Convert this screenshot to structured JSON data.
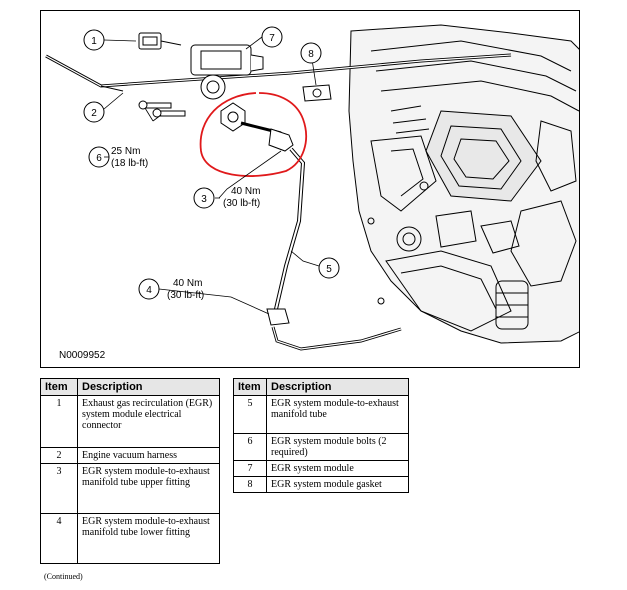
{
  "figure": {
    "code": "N0009952",
    "callouts": [
      {
        "num": "1"
      },
      {
        "num": "2"
      },
      {
        "num": "3"
      },
      {
        "num": "4"
      },
      {
        "num": "5"
      },
      {
        "num": "6"
      },
      {
        "num": "7"
      },
      {
        "num": "8"
      }
    ],
    "torques": {
      "item6": {
        "nm": "25 Nm",
        "lbft": "(18 lb-ft)"
      },
      "item3": {
        "nm": "40 Nm",
        "lbft": "(30 lb-ft)"
      },
      "item4": {
        "nm": "40 Nm",
        "lbft": "(30 lb-ft)"
      }
    },
    "highlight_color": "#e0191b"
  },
  "table_left": {
    "headers": [
      "Item",
      "Description"
    ],
    "rows": [
      {
        "item": "1",
        "desc": "Exhaust gas recirculation (EGR) system module electrical connector"
      },
      {
        "item": "2",
        "desc": "Engine vacuum harness"
      },
      {
        "item": "3",
        "desc": "EGR system module-to-exhaust manifold tube upper fitting"
      },
      {
        "item": "4",
        "desc": "EGR system module-to-exhaust manifold tube lower fitting"
      }
    ]
  },
  "table_right": {
    "headers": [
      "Item",
      "Description"
    ],
    "rows": [
      {
        "item": "5",
        "desc": "EGR system module-to-exhaust manifold tube"
      },
      {
        "item": "6",
        "desc": "EGR system module bolts (2 required)"
      },
      {
        "item": "7",
        "desc": "EGR system module"
      },
      {
        "item": "8",
        "desc": "EGR system module gasket"
      }
    ]
  },
  "footer": {
    "continued": "(Continued)"
  }
}
